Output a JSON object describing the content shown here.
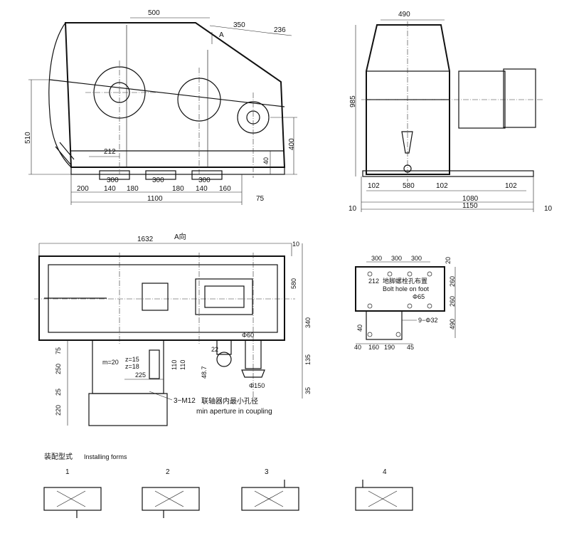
{
  "front_view": {
    "dims_top": [
      "500",
      "350",
      "236"
    ],
    "view_arrow": "A",
    "dims_left": [
      "510"
    ],
    "dims_right": [
      "400",
      "40"
    ],
    "feature_dim": "212",
    "foot_slots": [
      "300",
      "300",
      "300"
    ],
    "row1": [
      "200",
      "140",
      "180",
      "180",
      "140",
      "160"
    ],
    "overall": "1100",
    "overhang": "75"
  },
  "side_view": {
    "top": "490",
    "height": "985",
    "row1": [
      "102",
      "580",
      "102",
      "102"
    ],
    "row2": [
      "10",
      "1080",
      "10"
    ],
    "row3": "1150"
  },
  "plan_view": {
    "title": "A向",
    "length": "1632",
    "right_dims": [
      "10",
      "580",
      "340",
      "135",
      "35"
    ],
    "left_dims": [
      "75",
      "250",
      "25",
      "220"
    ],
    "motor_text": {
      "m": "m=20",
      "z1": "z=15",
      "z2": "z=18"
    },
    "dims_225": "225",
    "dims_110a": "110",
    "dims_110b": "110",
    "phi60": "Φ60",
    "phi150": "Φ150",
    "d22": "22",
    "d48": "48.7",
    "bolt_note": "3−M12",
    "coupling_cn": "联轴器内最小孔径",
    "coupling_en": "min aperture in coupling"
  },
  "bolt_layout": {
    "top_dims": [
      "300",
      "300",
      "300",
      "20"
    ],
    "label_cn": "地脚螺栓孔布置",
    "label_en": "Bolt hole on foot",
    "d212": "212",
    "phi65": "Φ65",
    "holes": "9−Φ32",
    "right_dims": [
      "260",
      "260",
      "490"
    ],
    "left_dim": "40",
    "bottom_dims": [
      "40",
      "160",
      "190",
      "45"
    ]
  },
  "installing": {
    "title_cn": "装配型式",
    "title_en": "Installing forms",
    "forms": [
      "1",
      "2",
      "3",
      "4"
    ]
  }
}
